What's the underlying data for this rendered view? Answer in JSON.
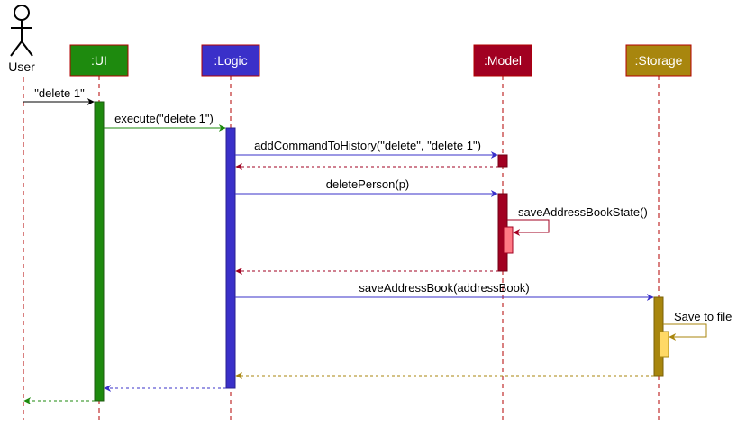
{
  "actor": {
    "label": "User"
  },
  "participants": [
    {
      "id": "ui",
      "label": ":UI",
      "fill": "#1e8a0e",
      "border": "#b30000",
      "text_color": "#ffffff"
    },
    {
      "id": "logic",
      "label": ":Logic",
      "fill": "#3a30c9",
      "border": "#b30000",
      "text_color": "#ffffff"
    },
    {
      "id": "model",
      "label": ":Model",
      "fill": "#a10021",
      "border": "#b30000",
      "text_color": "#ffffff"
    },
    {
      "id": "storage",
      "label": ":Storage",
      "fill": "#a8860e",
      "border": "#b30000",
      "text_color": "#ffffff"
    }
  ],
  "messages": [
    {
      "from": "user",
      "to": "ui",
      "label": "\"delete 1\"",
      "kind": "call",
      "color": "#000000"
    },
    {
      "from": "ui",
      "to": "logic",
      "label": "execute(\"delete 1\")",
      "kind": "call",
      "color": "#1e8a0e"
    },
    {
      "from": "logic",
      "to": "model",
      "label": "addCommandToHistory(\"delete\", \"delete 1\")",
      "kind": "call",
      "color": "#3a30c9"
    },
    {
      "from": "model",
      "to": "logic",
      "label": "",
      "kind": "return",
      "color": "#a10021"
    },
    {
      "from": "logic",
      "to": "model",
      "label": "deletePerson(p)",
      "kind": "call",
      "color": "#3a30c9"
    },
    {
      "from": "model",
      "to": "model",
      "label": "saveAddressBookState()",
      "kind": "self",
      "color": "#a10021"
    },
    {
      "from": "model",
      "to": "logic",
      "label": "",
      "kind": "return",
      "color": "#a10021"
    },
    {
      "from": "logic",
      "to": "storage",
      "label": "saveAddressBook(addressBook)",
      "kind": "call",
      "color": "#3a30c9"
    },
    {
      "from": "storage",
      "to": "storage",
      "label": "Save to file",
      "kind": "self",
      "color": "#a8860e"
    },
    {
      "from": "storage",
      "to": "logic",
      "label": "",
      "kind": "return",
      "color": "#a8860e"
    },
    {
      "from": "logic",
      "to": "ui",
      "label": "",
      "kind": "return",
      "color": "#3a30c9"
    },
    {
      "from": "ui",
      "to": "user",
      "label": "",
      "kind": "return",
      "color": "#1e8a0e"
    }
  ],
  "lifeline_color": "#b30000",
  "activation_colors": {
    "ui": "#1e8a0e",
    "logic": "#3a30c9",
    "model": "#a10021",
    "model_nested": "#ff7a85",
    "storage": "#a8860e",
    "storage_nested": "#ffd966"
  }
}
